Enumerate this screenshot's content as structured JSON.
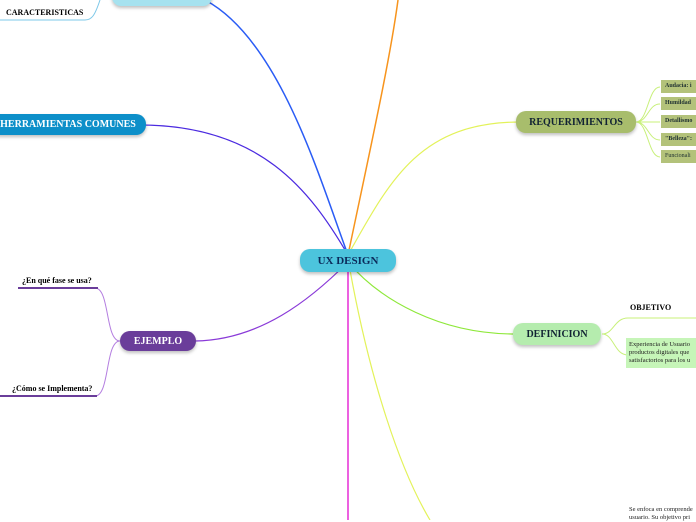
{
  "central": {
    "label": "UX DESIGN",
    "color": "#4cc4dd"
  },
  "branches": {
    "caracteristicas": "CARACTERISTICAS",
    "herramientas": "HERRAMIENTAS COMUNES",
    "ejemplo": "EJEMPLO",
    "fase": "¿En qué fase se usa?",
    "implementa": "¿Cómo se Implementa?",
    "requerimientos": "REQUERIMIENTOS",
    "definicion": "DEFINICION",
    "objetivo": "OBJETIVO"
  },
  "requerimientos_items": [
    "Audacia: i",
    "Humildad",
    "Detallismo",
    "\"Belleza\":",
    "Funcionali"
  ],
  "definicion_text": [
    "Experiencia de Usuario",
    "productos digitales que",
    "satisfactorios para los u"
  ],
  "bottom_text": [
    "Se enfoca en comprende",
    "usuario. Su objetivo pri"
  ]
}
